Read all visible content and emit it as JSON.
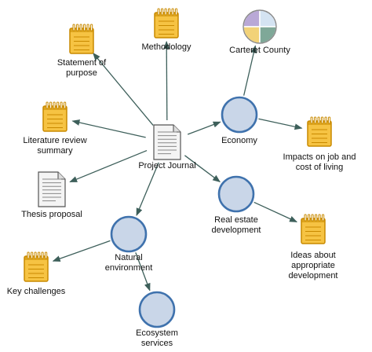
{
  "colors": {
    "edge": "#3d5f5a",
    "circle_fill": "#c9d6e8",
    "circle_stroke": "#3f72ad",
    "notepad_fill": "#f6c343",
    "notepad_stroke": "#c98a00",
    "doc_fill": "#f4f4f4",
    "doc_stroke": "#555555",
    "pie_colors": [
      "#b9a8d6",
      "#d4e3f2",
      "#f2d278",
      "#7fa898"
    ]
  },
  "nodes": {
    "journal": {
      "label": [
        "Project Journal"
      ],
      "icon": "document-icon"
    },
    "statement": {
      "label": [
        "Statement of",
        "purpose"
      ],
      "icon": "notepad-icon"
    },
    "methodology": {
      "label": [
        "Methodology"
      ],
      "icon": "notepad-icon"
    },
    "carteret": {
      "label": [
        "Carteret County"
      ],
      "icon": "pie-chart-icon"
    },
    "litreview": {
      "label": [
        "Literature review",
        "summary"
      ],
      "icon": "notepad-icon"
    },
    "economy": {
      "label": [
        "Economy"
      ],
      "icon": "circle-node-icon"
    },
    "impacts": {
      "label": [
        "Impacts on job and",
        "cost of living"
      ],
      "icon": "notepad-icon"
    },
    "thesis": {
      "label": [
        "Thesis proposal"
      ],
      "icon": "document-icon"
    },
    "realestate": {
      "label": [
        "Real estate",
        "development"
      ],
      "icon": "circle-node-icon"
    },
    "ideas": {
      "label": [
        "Ideas about",
        "appropriate",
        "development"
      ],
      "icon": "notepad-icon"
    },
    "natural": {
      "label": [
        "Natural",
        "environment"
      ],
      "icon": "circle-node-icon"
    },
    "keychallenges": {
      "label": [
        "Key challenges"
      ],
      "icon": "notepad-icon"
    },
    "ecosystem": {
      "label": [
        "Ecosystem",
        "services"
      ],
      "icon": "circle-node-icon"
    }
  },
  "edges": [
    [
      "journal",
      "statement"
    ],
    [
      "journal",
      "methodology"
    ],
    [
      "journal",
      "litreview"
    ],
    [
      "journal",
      "thesis"
    ],
    [
      "journal",
      "economy"
    ],
    [
      "journal",
      "realestate"
    ],
    [
      "journal",
      "natural"
    ],
    [
      "economy",
      "carteret"
    ],
    [
      "economy",
      "impacts"
    ],
    [
      "realestate",
      "ideas"
    ],
    [
      "natural",
      "keychallenges"
    ],
    [
      "natural",
      "ecosystem"
    ]
  ]
}
